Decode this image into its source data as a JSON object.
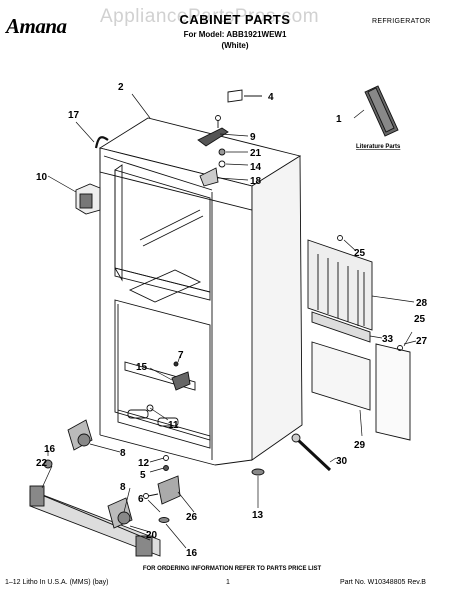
{
  "header": {
    "brand": "Amana",
    "watermark": "AppliancePartsPros.com",
    "title": "CABINET PARTS",
    "model": "For Model: ABB1921WEW1",
    "color_variant": "(White)",
    "category": "REFRIGERATOR"
  },
  "diagram": {
    "literature_label": "Literature Parts",
    "callouts": {
      "c1": "1",
      "c2": "2",
      "c4": "4",
      "c9": "9",
      "c21": "21",
      "c14": "14",
      "c18": "18",
      "c17": "17",
      "c10": "10",
      "c25a": "25",
      "c28": "28",
      "c33": "33",
      "c25b": "25",
      "c27": "27",
      "c7": "7",
      "c15": "15",
      "c11": "11",
      "c29": "29",
      "c30": "30",
      "c16a": "16",
      "c8a": "8",
      "c12": "12",
      "c5": "5",
      "c22": "22",
      "c8b": "8",
      "c6": "6",
      "c26": "26",
      "c20": "20",
      "c13": "13",
      "c16b": "16"
    }
  },
  "footer": {
    "note": "FOR ORDERING INFORMATION REFER TO PARTS PRICE LIST",
    "printed": "1–12 Litho In U.S.A. (MMS) (bay)",
    "page": "1",
    "part_number": "Part No. W10348805 Rev.B"
  }
}
